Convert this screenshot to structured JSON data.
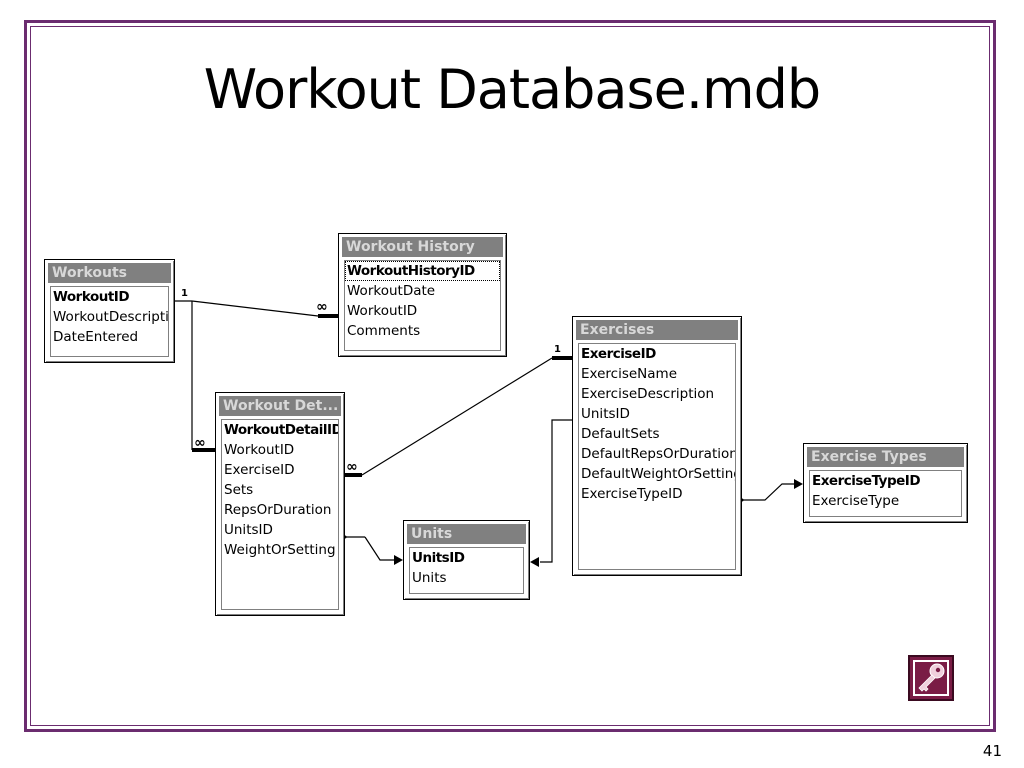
{
  "slide": {
    "title": "Workout Database.mdb",
    "page_number": "41"
  },
  "tables": {
    "workouts": {
      "name": "Workouts",
      "fields": [
        "WorkoutID",
        "WorkoutDescripti",
        "DateEntered"
      ]
    },
    "workout_history": {
      "name": "Workout History",
      "fields": [
        "WorkoutHistoryID",
        "WorkoutDate",
        "WorkoutID",
        "Comments"
      ]
    },
    "workout_details": {
      "name": "Workout Det...",
      "fields": [
        "WorkoutDetailID",
        "WorkoutID",
        "ExerciseID",
        "Sets",
        "RepsOrDuration",
        "UnitsID",
        "WeightOrSetting"
      ]
    },
    "units": {
      "name": "Units",
      "fields": [
        "UnitsID",
        "Units"
      ]
    },
    "exercises": {
      "name": "Exercises",
      "fields": [
        "ExerciseID",
        "ExerciseName",
        "ExerciseDescription",
        "UnitsID",
        "DefaultSets",
        "DefaultRepsOrDuration",
        "DefaultWeightOrSetting",
        "ExerciseTypeID"
      ]
    },
    "exercise_types": {
      "name": "Exercise Types",
      "fields": [
        "ExerciseTypeID",
        "ExerciseType"
      ]
    }
  },
  "relationships": {
    "one_label": "1",
    "many_label": "∞"
  },
  "icons": {
    "app_logo": "access-key-icon"
  },
  "colors": {
    "frame": "#6b2c6f",
    "header": "#808080",
    "logo": "#7a1c45"
  }
}
